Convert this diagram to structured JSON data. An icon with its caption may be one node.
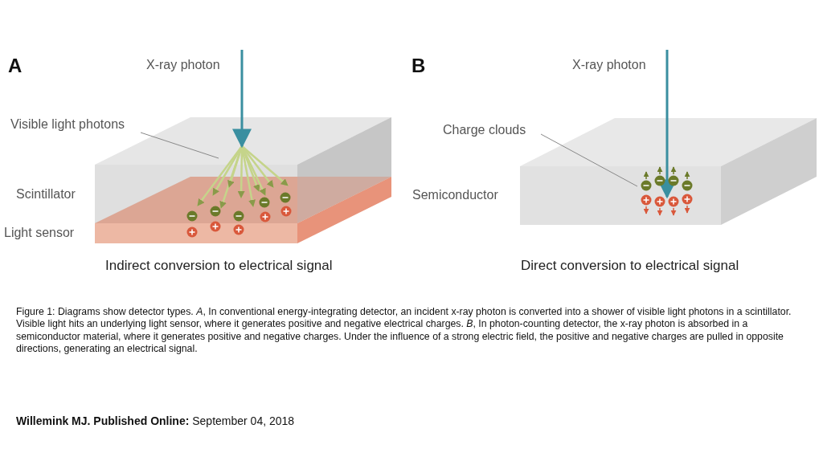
{
  "diagram": {
    "caption": "Figure 1: Diagrams show detector types. *A*, In conventional energy-integrating detector, an incident x-ray photon is converted into a shower of visible light photons in a scintillator. Visible light hits an underlying light sensor, where it generates positive and negative electrical charges. *B*, In photon-counting detector, the x-ray photon is absorbed in a semiconductor material, where it generates positive and negative charges. Under the influence of a strong electric field, the positive and negative charges are pulled in opposite directions, generating an electrical signal.",
    "nodes": [
      {
        "text": [
          "Visible light photons"
        ]
      },
      {
        "text": [
          "Charge clouds"
        ]
      }
    ],
    "edges": [
      {
        "from": 0,
        "to": null,
        "arrow": "none"
      },
      {
        "from": 1,
        "to": null,
        "arrow": "none"
      }
    ],
    "labels": [
      "A",
      "X-ray photon",
      "Scintillator",
      "Light sensor",
      "Indirect conversion to electrical signal",
      "B",
      "X-ray photon",
      "Semiconductor",
      "Direct conversion to electrical signal",
      "**Willemink MJ. Published Online:** September 04, 2018"
    ]
  }
}
